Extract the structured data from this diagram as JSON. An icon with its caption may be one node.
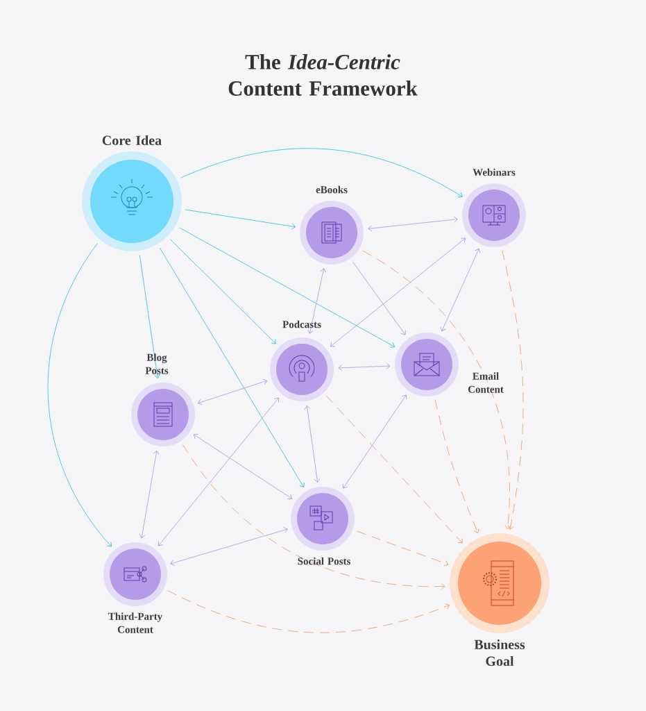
{
  "diagram": {
    "title": "The *Idea-Centric* Content Framework",
    "nodes": [
      {
        "text": [
          "Core Idea"
        ]
      },
      {
        "text": [
          "Webinars"
        ]
      },
      {
        "text": [
          "eBooks"
        ]
      },
      {
        "text": [
          "Podcasts"
        ]
      },
      {
        "text": [
          "Blog Posts"
        ]
      },
      {
        "text": [
          "Email Content"
        ]
      },
      {
        "text": [
          "Social Posts"
        ]
      },
      {
        "text": [
          "Third-Party Content"
        ]
      },
      {
        "text": [
          "Business Goal"
        ]
      }
    ],
    "edges": [
      {
        "from": 0,
        "to": 1,
        "arrow": "to",
        "color": "#36c6e0"
      },
      {
        "from": 0,
        "to": 2,
        "arrow": "to",
        "color": "#36c6e0"
      },
      {
        "from": 0,
        "to": 5,
        "arrow": "to",
        "color": "#36c6e0"
      },
      {
        "from": 0,
        "to": 3,
        "arrow": "to",
        "color": "#36c6e0"
      },
      {
        "from": 0,
        "to": 4,
        "arrow": "to",
        "color": "#36c6e0"
      },
      {
        "from": 0,
        "to": 6,
        "arrow": "to",
        "color": "#36c6e0"
      },
      {
        "from": 0,
        "to": 7,
        "arrow": "to",
        "color": "#36c6e0"
      },
      {
        "from": 2,
        "to": 1,
        "arrow": "both"
      },
      {
        "from": 2,
        "to": 3,
        "arrow": "both"
      },
      {
        "from": 2,
        "to": 5,
        "arrow": "to"
      },
      {
        "from": 1,
        "to": 3,
        "arrow": "both"
      },
      {
        "from": 1,
        "to": 5,
        "arrow": "both"
      },
      {
        "from": 3,
        "to": 5,
        "arrow": "both"
      },
      {
        "from": 3,
        "to": 4,
        "arrow": "both"
      },
      {
        "from": 3,
        "to": 6,
        "arrow": "both"
      },
      {
        "from": 3,
        "to": 7,
        "arrow": "both"
      },
      {
        "from": 4,
        "to": 6,
        "arrow": "both"
      },
      {
        "from": 4,
        "to": 7,
        "arrow": "both"
      },
      {
        "from": 5,
        "to": 6,
        "arrow": "both"
      },
      {
        "from": 6,
        "to": 7,
        "arrow": "both"
      },
      {
        "from": 2,
        "to": 8,
        "arrow": "to",
        "style": "dashed",
        "color": "#f2a06e"
      },
      {
        "from": 1,
        "to": 8,
        "arrow": "to",
        "style": "dashed",
        "color": "#f2a06e"
      },
      {
        "from": 3,
        "to": 8,
        "arrow": "to",
        "style": "dashed",
        "color": "#f2a06e"
      },
      {
        "from": 5,
        "to": 8,
        "arrow": "to",
        "style": "dashed",
        "color": "#f2a06e"
      },
      {
        "from": 6,
        "to": 8,
        "arrow": "to",
        "style": "dashed",
        "color": "#f2a06e"
      },
      {
        "from": 4,
        "to": 8,
        "arrow": "to",
        "style": "dashed",
        "color": "#f2a06e"
      },
      {
        "from": 7,
        "to": 8,
        "arrow": "to",
        "style": "dashed",
        "color": "#f2a06e"
      }
    ]
  }
}
